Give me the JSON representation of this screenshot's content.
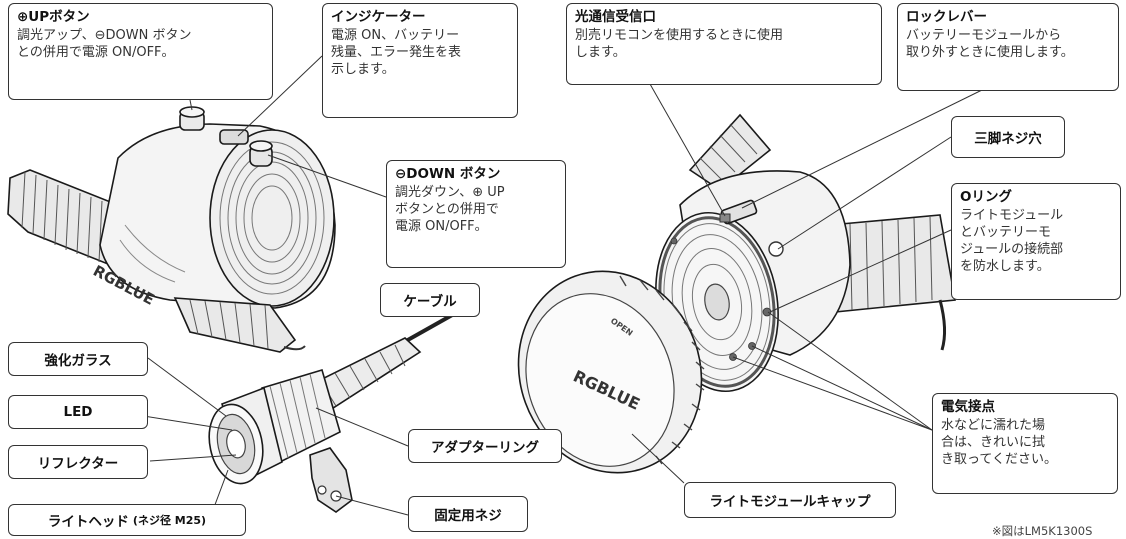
{
  "callouts": {
    "up_button": {
      "title": "⊕UPボタン",
      "desc_line1": "調光アップ、⊖DOWN ボタン",
      "desc_line2": "との併用で電源 ON/OFF。"
    },
    "indicator": {
      "title": "インジケーター",
      "desc_line1": "電源 ON、バッテリー",
      "desc_line2": "残量、エラー発生を表",
      "desc_line3": "示します。"
    },
    "down_button": {
      "title": "⊖DOWN ボタン",
      "desc_line1": "調光ダウン、⊕ UP",
      "desc_line2": "ボタンとの併用で",
      "desc_line3": "電源 ON/OFF。"
    },
    "optical_port": {
      "title": "光通信受信口",
      "desc_line1": "別売リモコンを使用するときに使用",
      "desc_line2": "します。"
    },
    "lock_lever": {
      "title": "ロックレバー",
      "desc_line1": "バッテリーモジュールから",
      "desc_line2": "取り外すときに使用します。"
    },
    "o_ring": {
      "title": "Oリング",
      "desc_line1": "ライトモジュール",
      "desc_line2": "とバッテリーモ",
      "desc_line3": "ジュールの接続部",
      "desc_line4": "を防水します。"
    },
    "contacts": {
      "title": "電気接点",
      "desc_line1": "水などに濡れた場",
      "desc_line2": "合は、きれいに拭",
      "desc_line3": "き取ってください。"
    }
  },
  "labels": {
    "tripod_hole": "三脚ネジ穴",
    "cable": "ケーブル",
    "glass": "強化ガラス",
    "led": "LED",
    "reflector": "リフレクター",
    "light_head": "ライトヘッド",
    "light_head_sub": "(ネジ径 M25)",
    "adapter_ring": "アダプターリング",
    "fixing_screw": "固定用ネジ",
    "module_cap": "ライトモジュールキャップ"
  },
  "product_marks": {
    "logo_text": "RGBLUE",
    "cap_open_text": "OPEN"
  },
  "footnote": "※図はLM5K1300S"
}
